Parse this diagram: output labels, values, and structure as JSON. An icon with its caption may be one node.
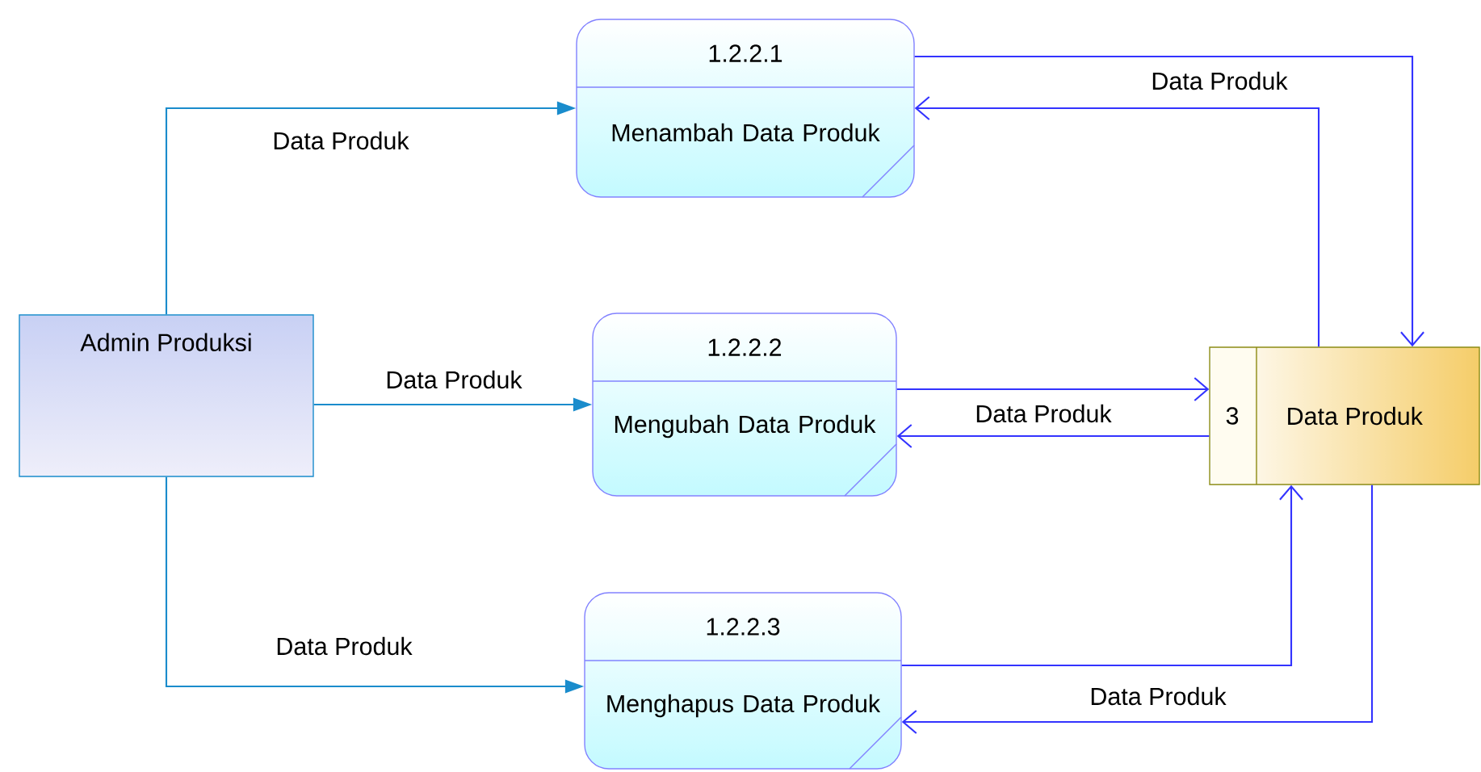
{
  "diagram": {
    "nodes": [
      {
        "text": [
          "Admin Produksi"
        ]
      },
      {
        "text": [
          "1.2.2.1",
          "Menambah Data Produk"
        ]
      },
      {
        "text": [
          "1.2.2.2",
          "Mengubah Data Produk"
        ]
      },
      {
        "text": [
          "1.2.2.3",
          "Menghapus Data Produk"
        ]
      },
      {
        "text": [
          "3",
          "Data Produk"
        ]
      }
    ],
    "edges": [
      {
        "from": 0,
        "to": 1,
        "arrow": "to",
        "label": "Data Produk",
        "color": "#1a8ccc"
      },
      {
        "from": 0,
        "to": 2,
        "arrow": "to",
        "label": "Data Produk",
        "color": "#1a8ccc"
      },
      {
        "from": 0,
        "to": 3,
        "arrow": "to",
        "label": "Data Produk",
        "color": "#1a8ccc"
      },
      {
        "from": 1,
        "to": 4,
        "arrow": "to"
      },
      {
        "from": 4,
        "to": 1,
        "arrow": "to",
        "label": "Data Produk"
      },
      {
        "from": 2,
        "to": 4,
        "arrow": "to"
      },
      {
        "from": 4,
        "to": 2,
        "arrow": "to",
        "label": "Data Produk"
      },
      {
        "from": 3,
        "to": 4,
        "arrow": "to"
      },
      {
        "from": 4,
        "to": 3,
        "arrow": "to",
        "label": "Data Produk"
      }
    ]
  }
}
